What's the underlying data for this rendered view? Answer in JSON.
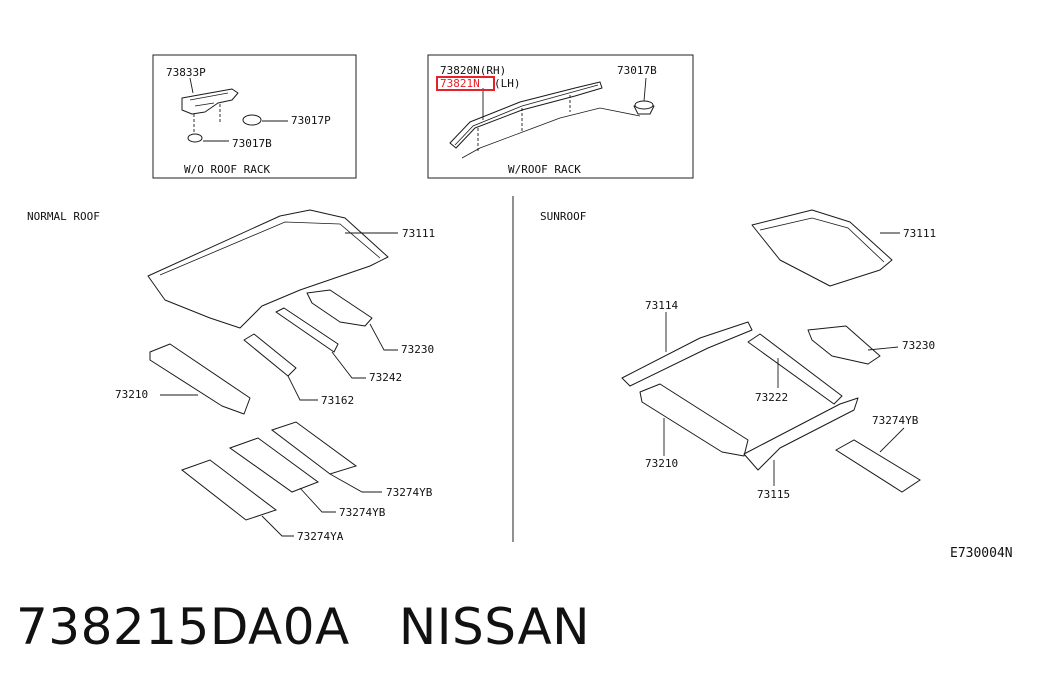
{
  "diagram": {
    "inset_no_rack": {
      "caption": "W/O ROOF RACK",
      "labels": [
        "73833P",
        "73017P",
        "73017B"
      ]
    },
    "inset_rack": {
      "caption": "W/ROOF RACK",
      "labels": [
        "73820N(RH)",
        "73821N",
        "(LH)",
        "73017B"
      ],
      "highlighted_part": "73821N",
      "highlight_color": "#e8202a"
    },
    "normal_roof": {
      "heading": "NORMAL ROOF",
      "labels": [
        "73111",
        "73230",
        "73242",
        "73162",
        "73210",
        "73274YB",
        "73274YB",
        "73274YA"
      ]
    },
    "sunroof": {
      "heading": "SUNROOF",
      "labels": [
        "73111",
        "73114",
        "73230",
        "73222",
        "73274YB",
        "73210",
        "73115"
      ]
    },
    "figure_code": "E730004N"
  },
  "footer": {
    "part_number": "738215DA0A",
    "brand": "NISSAN"
  }
}
